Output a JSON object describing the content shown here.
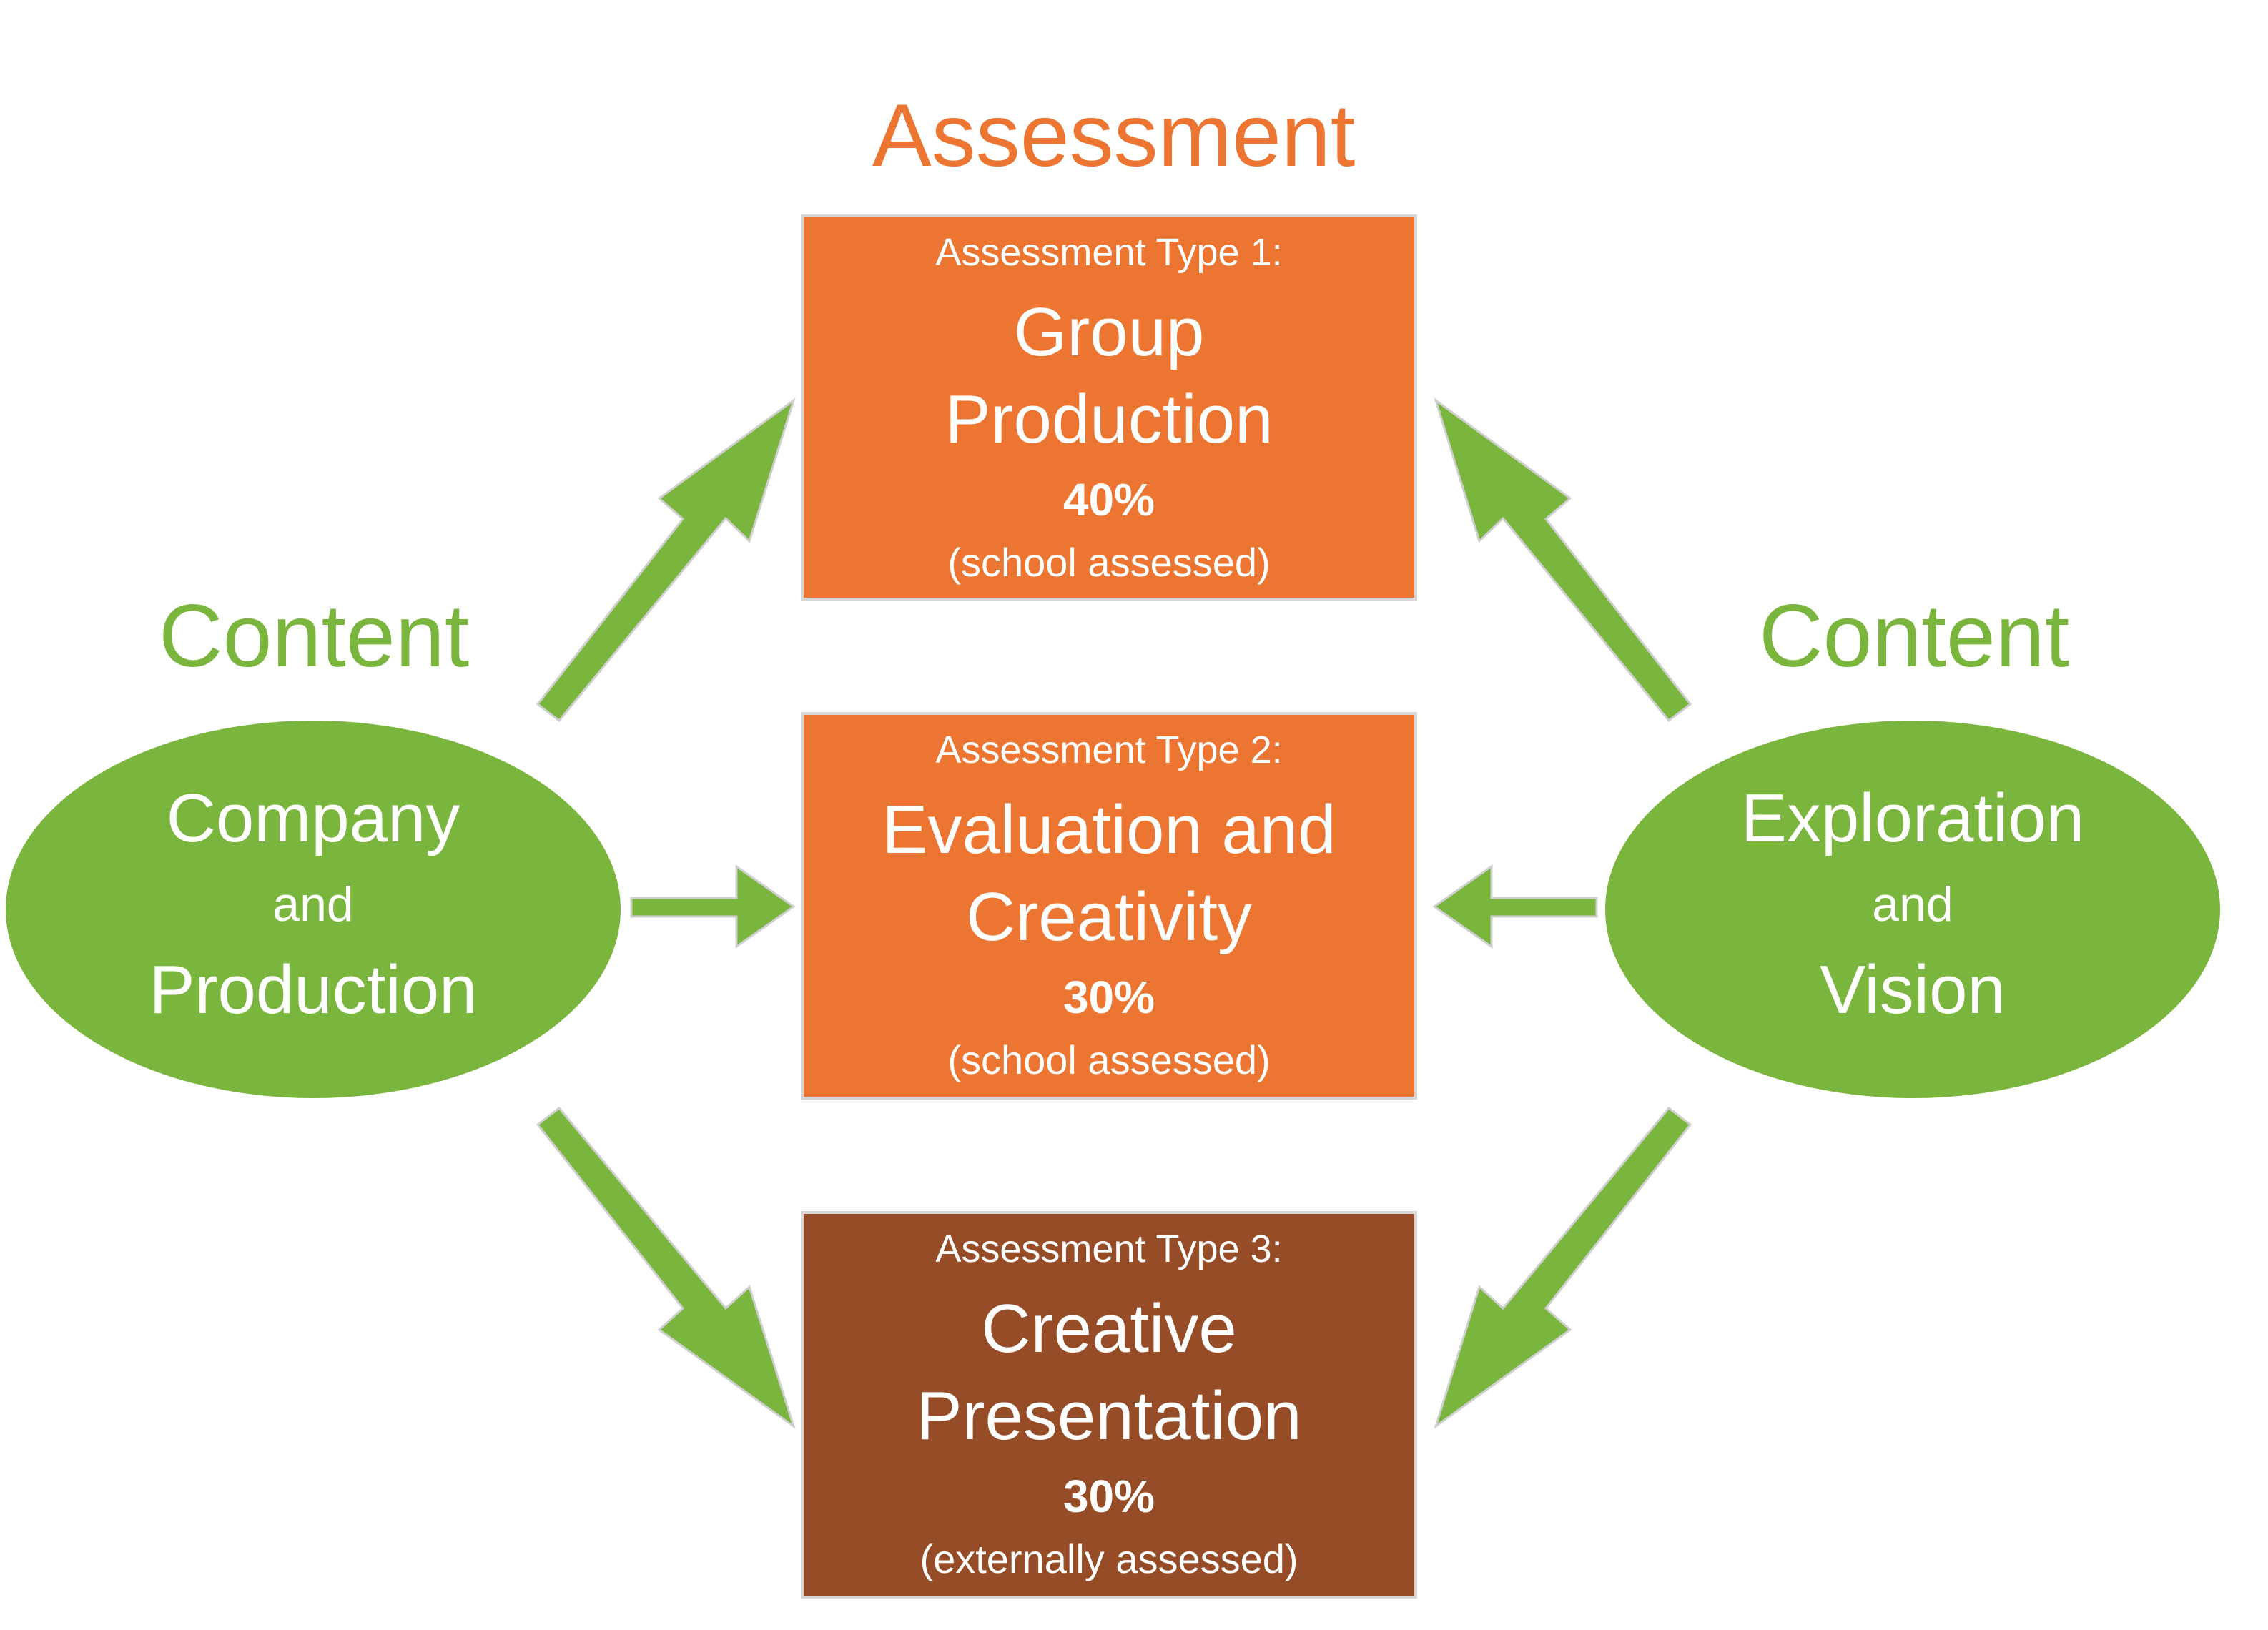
{
  "heading": {
    "assessment": "Assessment",
    "content_left": "Content",
    "content_right": "Content"
  },
  "boxes": [
    {
      "type": "Assessment Type 1:",
      "title_line1": "Group",
      "title_line2": "Production",
      "percent": "40%",
      "note": "(school assessed)"
    },
    {
      "type": "Assessment Type 2:",
      "title_line1": "Evaluation and",
      "title_line2": "Creativity",
      "percent": "30%",
      "note": "(school assessed)"
    },
    {
      "type": "Assessment Type 3:",
      "title_line1": "Creative",
      "title_line2": "Presentation",
      "percent": "30%",
      "note": "(externally assessed)"
    }
  ],
  "ellipses": {
    "left": {
      "line1": "Company",
      "line2": "and",
      "line3": "Production"
    },
    "right": {
      "line1": "Exploration",
      "line2": "and",
      "line3": "Vision"
    }
  },
  "colors": {
    "orange": "#ec7532",
    "brown": "#954c27",
    "green": "#7ab53d",
    "border": "#d6d6d6"
  }
}
